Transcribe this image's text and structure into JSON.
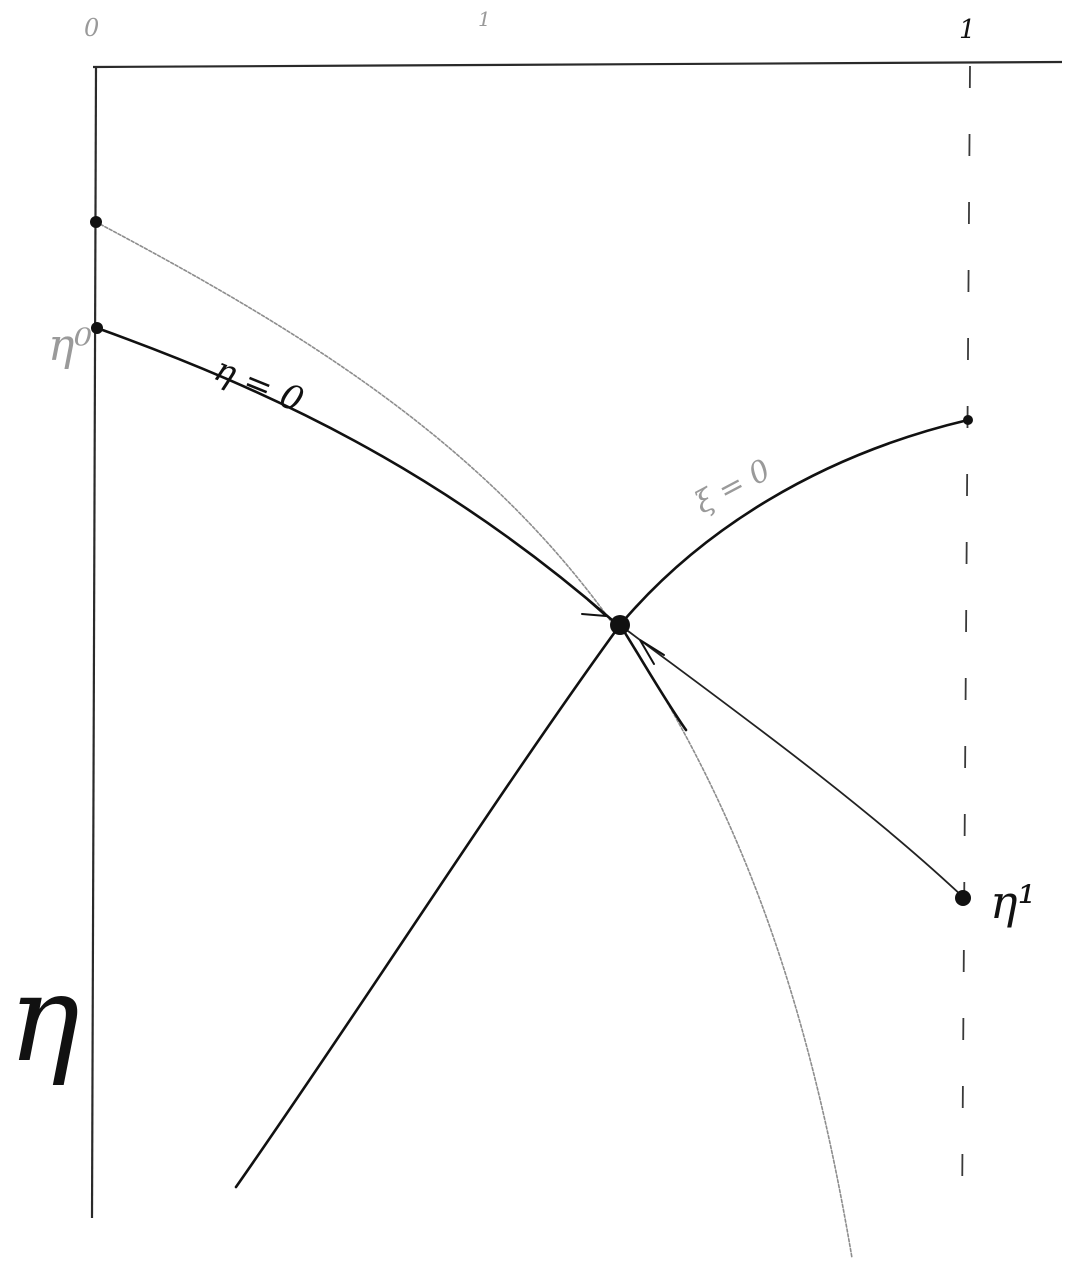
{
  "top_labels": {
    "left": "0",
    "middle": "1",
    "right": "1"
  },
  "axis_label": "η",
  "eta_zero_label": "η⁰",
  "eta_one_label": "η¹",
  "curve_label_eta": "η = 0",
  "curve_label_xi": "ξ = 0"
}
